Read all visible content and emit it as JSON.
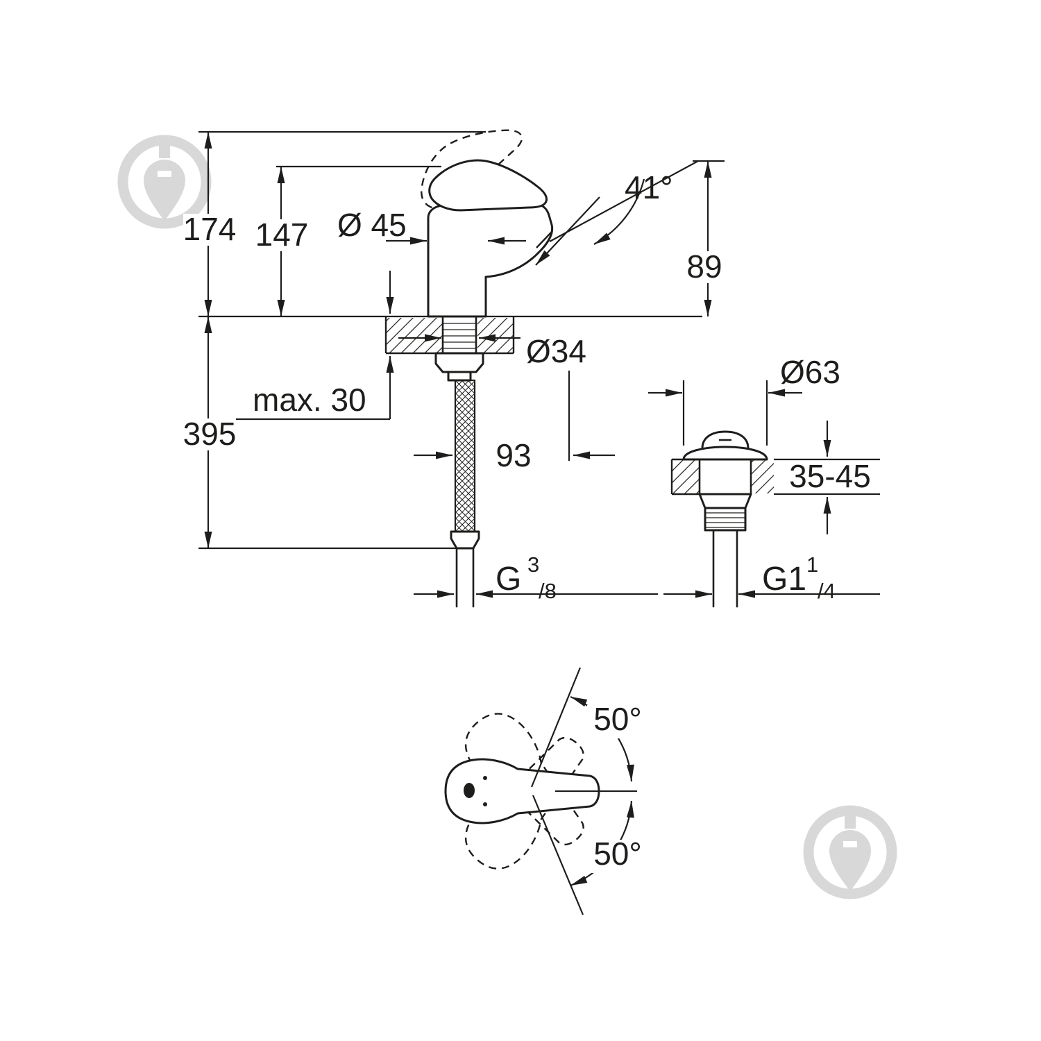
{
  "page": {
    "background": "#ffffff",
    "ink_color": "#1d1d1b",
    "watermark_color": "#d8d8d8"
  },
  "drawing": {
    "labels": {
      "total_height": "174",
      "height_to_lever": "147",
      "body_diameter": "Ø 45",
      "spout_angle": "41°",
      "spout_height": "89",
      "hole_diameter": "Ø34",
      "max_deck_thickness": "max. 30",
      "below_deck_height": "395",
      "clearance_width": "93",
      "flange_diameter": "Ø63",
      "waste_deck_range": "35-45",
      "supply_thread": {
        "prefix": "G",
        "sup": "3",
        "sub": "/8"
      },
      "waste_thread": {
        "prefix": "G1",
        "sup": "1",
        "sub": "/4"
      },
      "swivel_upper": "50°",
      "swivel_lower": "50°"
    }
  }
}
